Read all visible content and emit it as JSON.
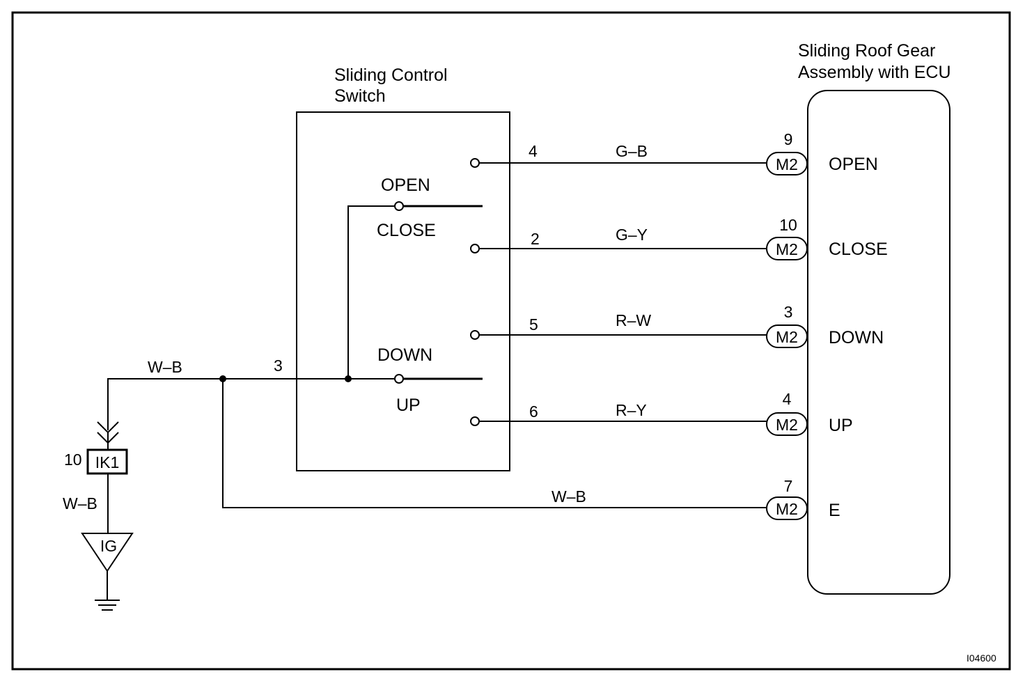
{
  "figure_id": "I04600",
  "switch": {
    "title_line1": "Sliding Control",
    "title_line2": "Switch",
    "open_label": "OPEN",
    "close_label": "CLOSE",
    "down_label": "DOWN",
    "up_label": "UP",
    "common_pin": "3"
  },
  "ecu": {
    "title_line1": "Sliding Roof Gear",
    "title_line2": "Assembly with ECU"
  },
  "circuits": [
    {
      "switch_pin": "4",
      "wire": "G–B",
      "connector": "M2",
      "ecu_pin": "9",
      "signal": "OPEN"
    },
    {
      "switch_pin": "2",
      "wire": "G–Y",
      "connector": "M2",
      "ecu_pin": "10",
      "signal": "CLOSE"
    },
    {
      "switch_pin": "5",
      "wire": "R–W",
      "connector": "M2",
      "ecu_pin": "3",
      "signal": "DOWN"
    },
    {
      "switch_pin": "6",
      "wire": "R–Y",
      "connector": "M2",
      "ecu_pin": "4",
      "signal": "UP"
    }
  ],
  "ground_circuit": {
    "wire": "W–B",
    "connector": "M2",
    "ecu_pin": "7",
    "signal": "E"
  },
  "ground": {
    "feed_wire": "W–B",
    "connector": "IK1",
    "connector_pin": "10",
    "wire": "W–B",
    "ground_point": "IG"
  }
}
